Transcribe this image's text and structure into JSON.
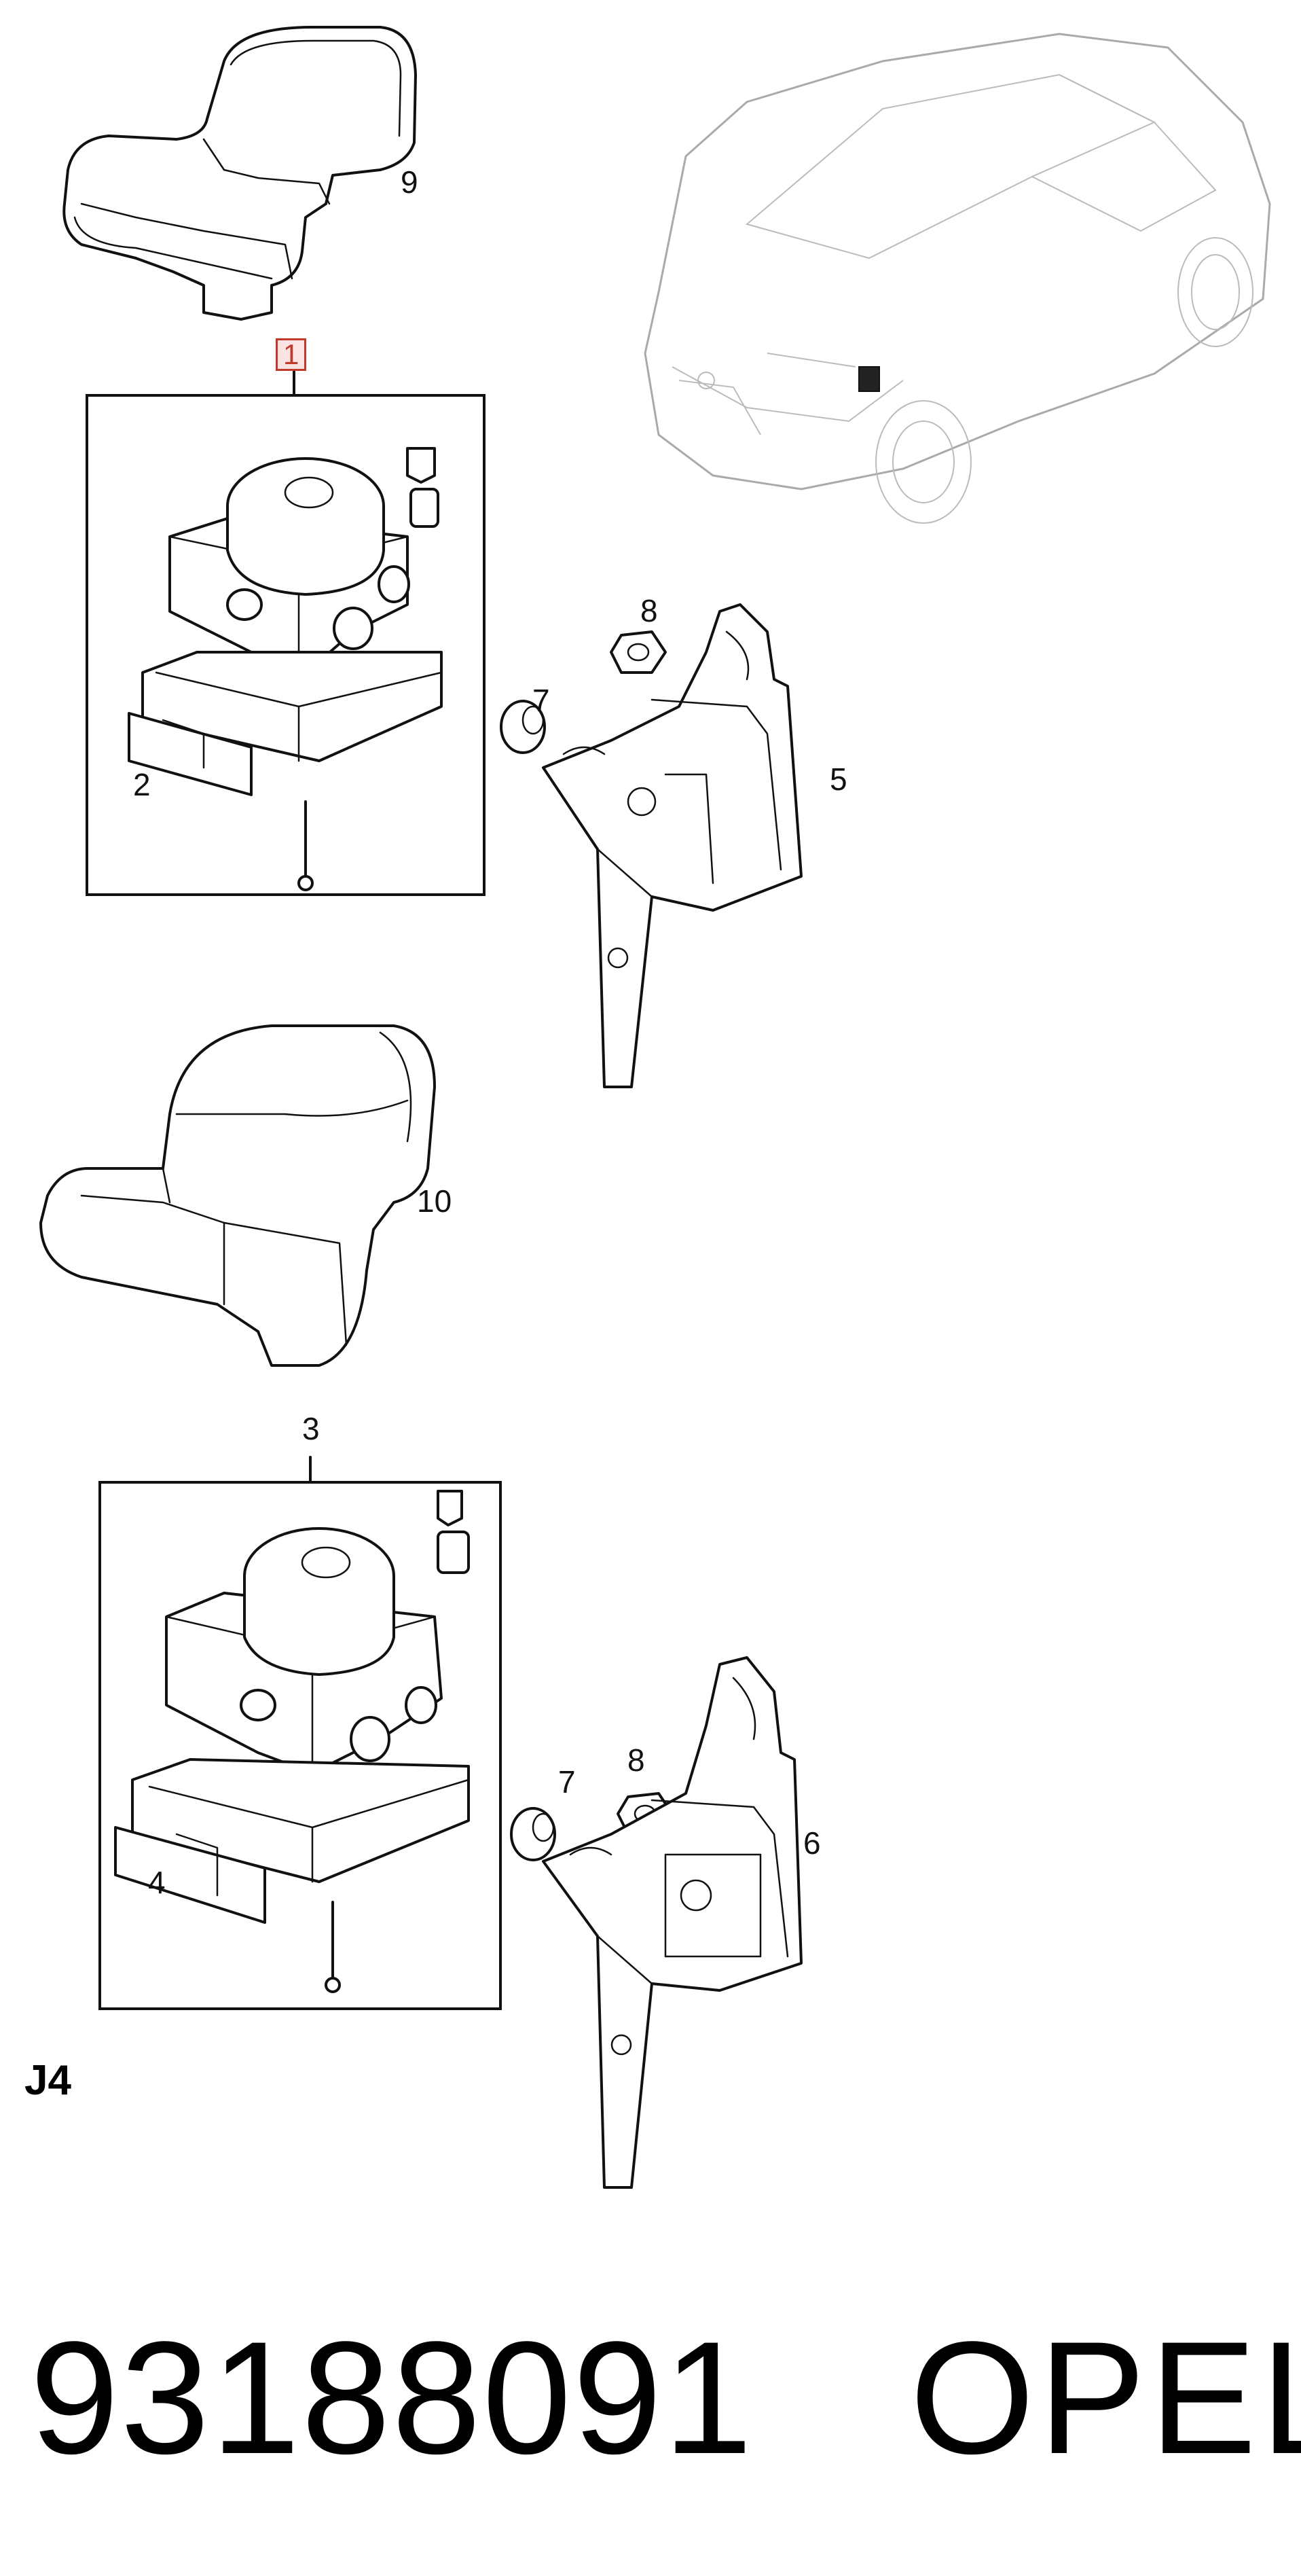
{
  "callouts": {
    "n9": "9",
    "n1": "1",
    "n2": "2",
    "n7a": "7",
    "n8a": "8",
    "n5": "5",
    "n10": "10",
    "n3": "3",
    "n4": "4",
    "n7b": "7",
    "n8b": "8",
    "n6": "6"
  },
  "page_code": "J4",
  "footer": {
    "part_number": "93188091",
    "brand": "OPEL"
  },
  "colors": {
    "line": "#111111",
    "callout_highlight": "#c0392b",
    "car_line": "#a8a8a8"
  }
}
